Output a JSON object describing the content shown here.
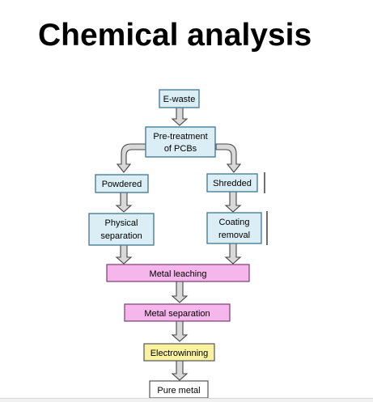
{
  "title": "Chemical analysis",
  "nodes": {
    "ewaste": {
      "label": "E-waste"
    },
    "pretreatment": {
      "line1": "Pre-treatment",
      "line2": "of PCBs"
    },
    "powdered": {
      "label": "Powdered"
    },
    "shredded": {
      "label": "Shredded"
    },
    "physical_separation": {
      "line1": "Physical",
      "line2": "separation"
    },
    "coating_removal": {
      "line1": "Coating",
      "line2": "removal"
    },
    "metal_leaching": {
      "label": "Metal leaching"
    },
    "metal_separation": {
      "label": "Metal separation"
    },
    "electrowinning": {
      "label": "Electrowinning"
    },
    "pure_metal": {
      "label": "Pure metal"
    }
  },
  "colors": {
    "blue_box_fill": "#dbeef6",
    "blue_box_stroke": "#4a7f97",
    "pink_box_fill": "#f5b6ec",
    "pink_box_stroke": "#7a3c74",
    "yellow_box_fill": "#f9f3a1",
    "yellow_box_stroke": "#555555",
    "white_box_fill": "#ffffff",
    "white_box_stroke": "#555555",
    "arrow_fill": "#d9d9d9",
    "arrow_stroke": "#444444"
  }
}
